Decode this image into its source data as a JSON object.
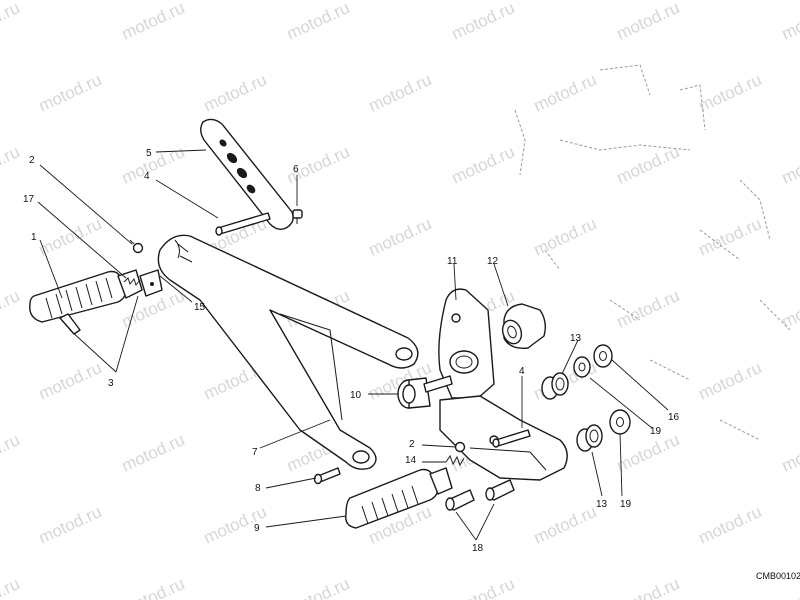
{
  "watermark": "motod.ru",
  "drawing_code": "CMB00102",
  "callouts": {
    "c1": "1",
    "c2a": "2",
    "c2b": "2",
    "c3": "3",
    "c4a": "4",
    "c4b": "4",
    "c5": "5",
    "c6": "6",
    "c7": "7",
    "c8": "8",
    "c9": "9",
    "c10": "10",
    "c11": "11",
    "c12": "12",
    "c13a": "13",
    "c13b": "13",
    "c14": "14",
    "c15": "15",
    "c16": "16",
    "c17": "17",
    "c18": "18",
    "c19a": "19",
    "c19b": "19"
  }
}
